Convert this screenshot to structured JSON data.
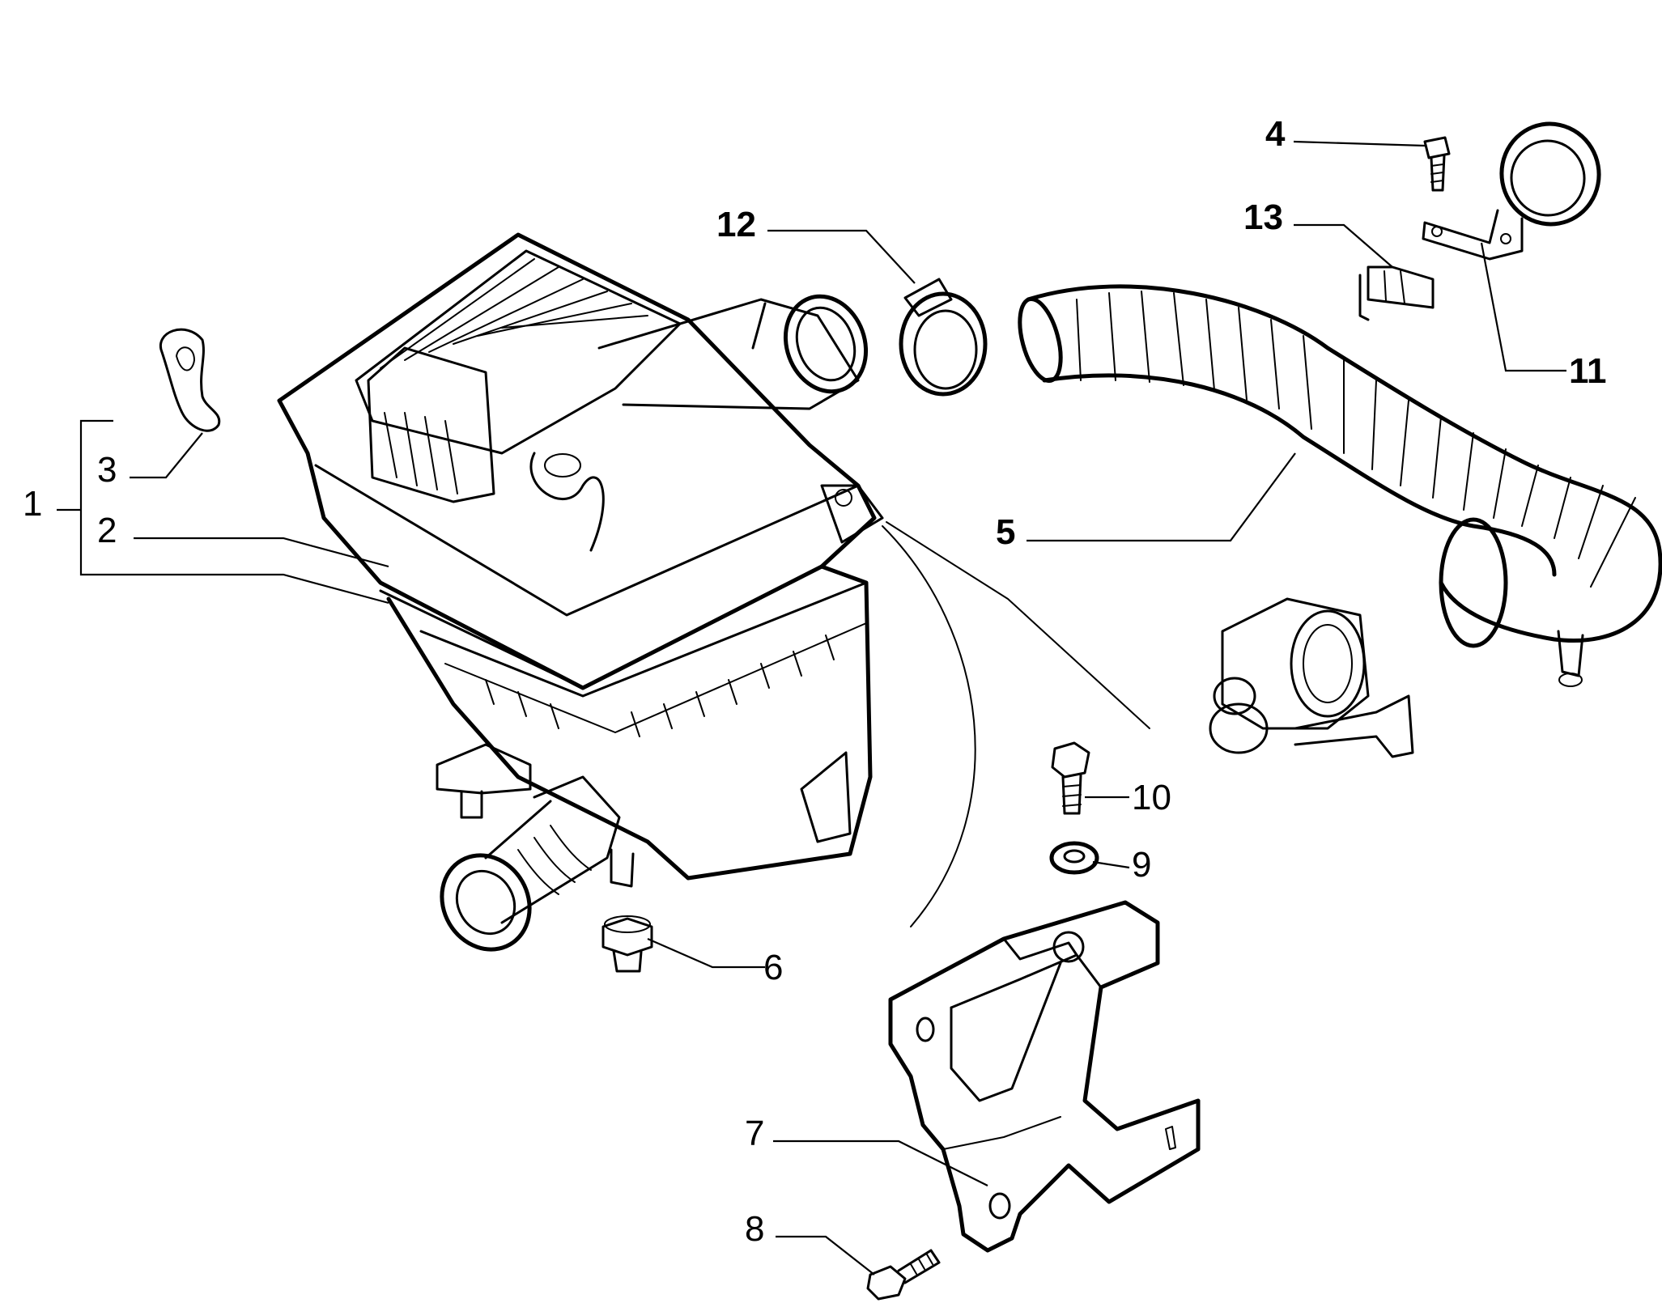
{
  "diagram": {
    "callouts": [
      {
        "id": "1",
        "text": "1",
        "bold": false
      },
      {
        "id": "2",
        "text": "2",
        "bold": false
      },
      {
        "id": "3",
        "text": "3",
        "bold": false
      },
      {
        "id": "4",
        "text": "4",
        "bold": true
      },
      {
        "id": "5",
        "text": "5",
        "bold": true
      },
      {
        "id": "6",
        "text": "6",
        "bold": false
      },
      {
        "id": "7",
        "text": "7",
        "bold": false
      },
      {
        "id": "8",
        "text": "8",
        "bold": false
      },
      {
        "id": "9",
        "text": "9",
        "bold": false
      },
      {
        "id": "10",
        "text": "10",
        "bold": false
      },
      {
        "id": "11",
        "text": "11",
        "bold": true
      },
      {
        "id": "12",
        "text": "12",
        "bold": true
      },
      {
        "id": "13",
        "text": "13",
        "bold": true
      }
    ]
  }
}
